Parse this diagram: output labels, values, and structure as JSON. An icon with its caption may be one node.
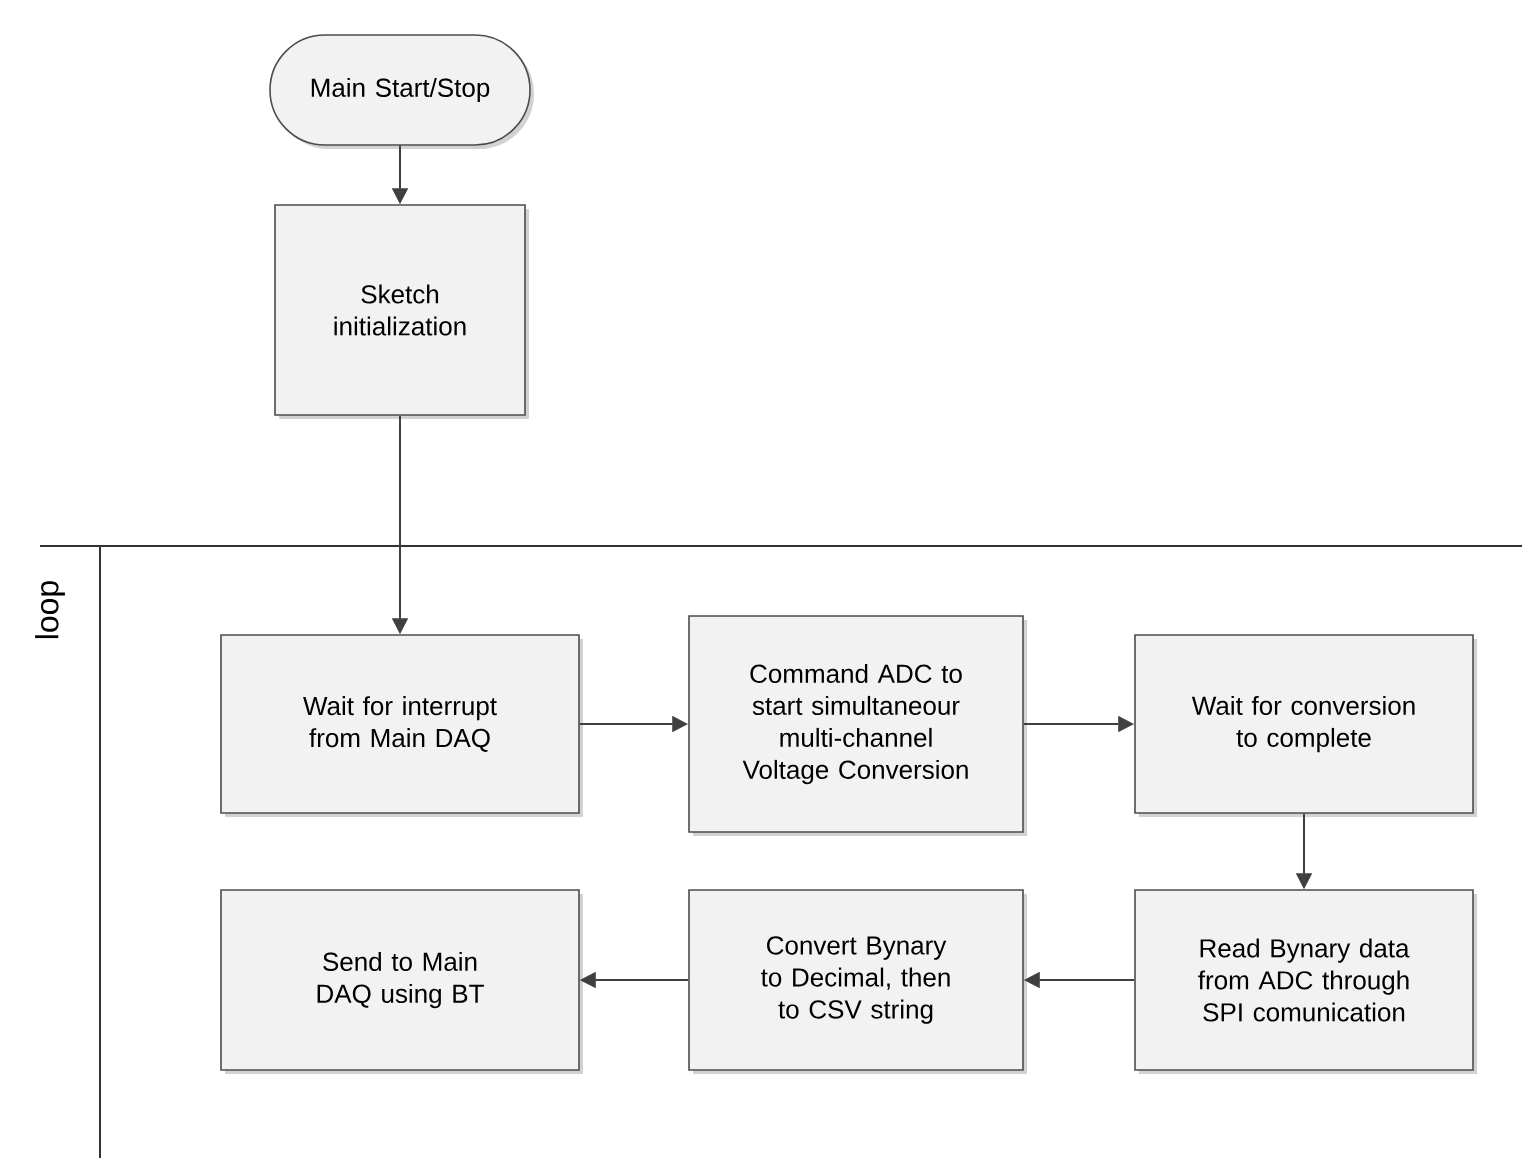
{
  "diagram": {
    "nodes": [
      {
        "text": [
          "Main Start/Stop"
        ]
      },
      {
        "text": [
          "Sketch initialization"
        ]
      },
      {
        "text": [
          "Wait for interrupt from Main DAQ"
        ]
      },
      {
        "text": [
          "Command ADC to start simultaneour multi-channel Voltage Conversion"
        ]
      },
      {
        "text": [
          "Wait for conversion to complete"
        ]
      },
      {
        "text": [
          "Read Bynary data from ADC through SPI comunication"
        ]
      },
      {
        "text": [
          "Convert Bynary to Decimal, then to CSV string"
        ]
      },
      {
        "text": [
          "Send to Main DAQ using BT"
        ]
      }
    ],
    "edges": [
      {
        "from": 0,
        "to": 1,
        "arrow": "to"
      },
      {
        "from": 1,
        "to": 2,
        "arrow": "to"
      },
      {
        "from": 2,
        "to": 3,
        "arrow": "to"
      },
      {
        "from": 3,
        "to": 4,
        "arrow": "to"
      },
      {
        "from": 4,
        "to": 5,
        "arrow": "to"
      },
      {
        "from": 5,
        "to": 6,
        "arrow": "to"
      },
      {
        "from": 6,
        "to": 7,
        "arrow": "to"
      }
    ],
    "labels": [
      "loop"
    ]
  }
}
